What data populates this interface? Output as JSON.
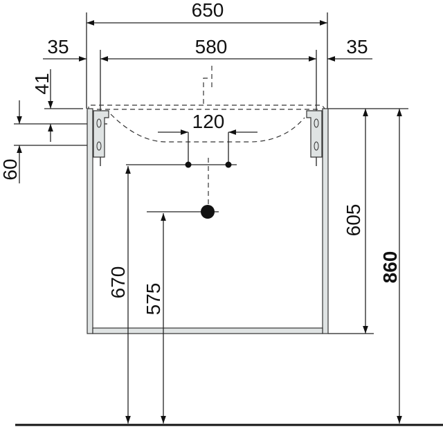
{
  "dimensions": {
    "overall_width": "650",
    "inner_width": "580",
    "left_offset": "35",
    "right_offset": "35",
    "bracket_top": "41",
    "bracket_hole_spacing": "60",
    "tap_spacing": "120",
    "supply_height": "670",
    "drain_height": "575",
    "cabinet_height": "605",
    "total_height": "860"
  },
  "colors": {
    "line": "#222222",
    "panel": "#dfe3e3"
  }
}
